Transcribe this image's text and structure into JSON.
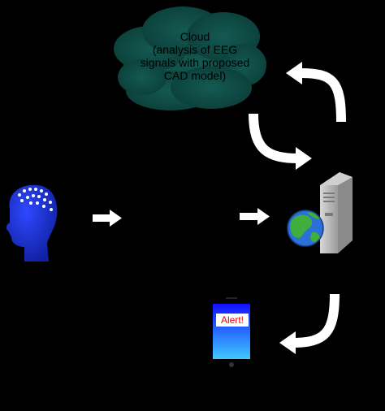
{
  "cloud": {
    "lines": [
      "Cloud",
      "(analysis of EEG",
      "signals with proposed",
      "CAD model)"
    ],
    "color": "#0f4a45"
  },
  "phone": {
    "alert_label": "Alert!"
  },
  "icons": {
    "head": "eeg-head-icon",
    "server": "server-icon",
    "globe": "globe-icon",
    "phone": "smartphone-icon"
  },
  "colors": {
    "background": "#000000",
    "arrow": "#ffffff",
    "head": "#1c2fd0",
    "phone_screen_top": "#1010ff",
    "phone_screen_bottom": "#40c8ff",
    "alert_text": "#e00000"
  }
}
